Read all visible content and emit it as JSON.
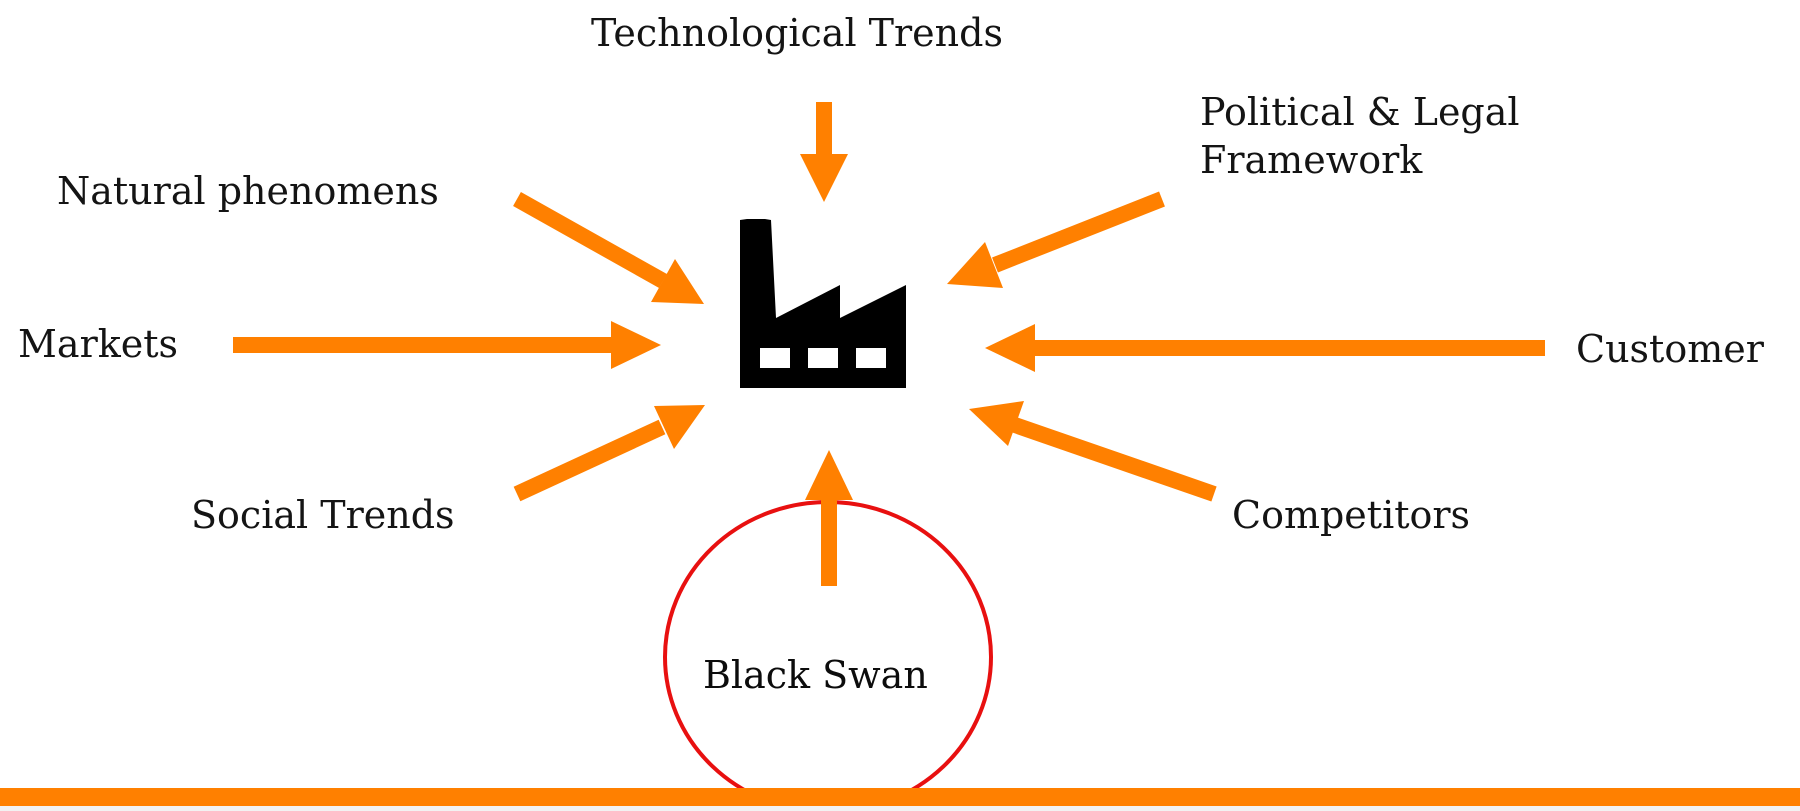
{
  "colors": {
    "arrow": "#ff8000",
    "circle": "#e81010",
    "factory": "#000000",
    "bar": "#ff8000"
  },
  "center": {
    "icon": "factory-icon"
  },
  "influences": [
    {
      "id": "technological",
      "label": "Technological Trends"
    },
    {
      "id": "political",
      "label_line1": "Political & Legal",
      "label_line2": "Framework"
    },
    {
      "id": "natural",
      "label": "Natural phenomens"
    },
    {
      "id": "markets",
      "label": "Markets"
    },
    {
      "id": "customer",
      "label": "Customer"
    },
    {
      "id": "social",
      "label": "Social Trends"
    },
    {
      "id": "competitors",
      "label": "Competitors"
    },
    {
      "id": "black_swan",
      "label": "Black Swan"
    }
  ]
}
